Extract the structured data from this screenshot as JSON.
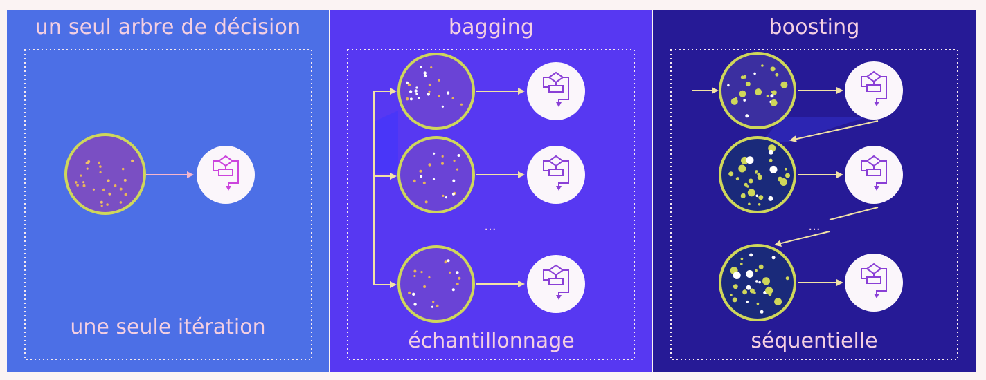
{
  "panels": [
    {
      "title": "un seul arbre de décision",
      "caption": "une seule itération",
      "background": "#4c6fe6"
    },
    {
      "title": "bagging",
      "caption": "échantillonnage",
      "ellipsis": "...",
      "background": "#5738f2"
    },
    {
      "title": "boosting",
      "caption": "séquentielle",
      "ellipsis": "...",
      "background": "#261a96"
    }
  ],
  "colors": {
    "page_background": "#fbf3f3",
    "text": "#f4cfe2",
    "circle_ring": "#cfd75a",
    "arrow": "#f2e2a6",
    "tree_icon_single": "#cc44dd",
    "tree_icon": "#8a3fd6"
  },
  "icons": [
    "dataset-circle",
    "decision-tree-icon",
    "arrow"
  ]
}
